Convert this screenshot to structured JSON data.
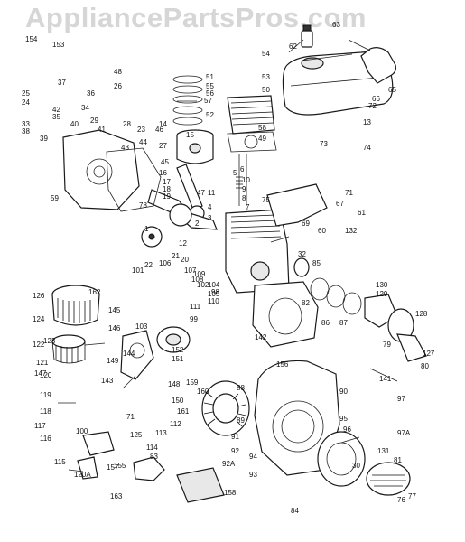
{
  "watermark": "AppliancePartsPros.com",
  "parts": [
    "154",
    "153",
    "63",
    "62",
    "65",
    "66",
    "54",
    "55",
    "56",
    "57",
    "53",
    "50",
    "51",
    "52",
    "58",
    "49",
    "48",
    "26",
    "25",
    "24",
    "36",
    "37",
    "42",
    "35",
    "34",
    "33",
    "38",
    "39",
    "40",
    "41",
    "29",
    "28",
    "23",
    "43",
    "44",
    "46",
    "45",
    "27",
    "14",
    "15",
    "47",
    "16",
    "17",
    "18",
    "19",
    "11",
    "10",
    "9",
    "8",
    "7",
    "6",
    "5",
    "4",
    "3",
    "2",
    "1",
    "12",
    "13",
    "72",
    "73",
    "74",
    "71",
    "67",
    "69",
    "60",
    "61",
    "132",
    "75",
    "59",
    "32",
    "78",
    "22",
    "21",
    "20",
    "106",
    "107",
    "108",
    "109",
    "99",
    "98",
    "101",
    "102",
    "103",
    "104",
    "105",
    "110",
    "111",
    "112",
    "113",
    "114",
    "125",
    "126",
    "124",
    "123",
    "122",
    "121",
    "120",
    "119",
    "118",
    "117",
    "116",
    "115",
    "120A",
    "100",
    "147",
    "145",
    "146",
    "144",
    "143",
    "71",
    "148",
    "149",
    "150",
    "151",
    "152",
    "159",
    "160",
    "161",
    "162",
    "163",
    "156",
    "157",
    "158",
    "155",
    "84",
    "83",
    "131",
    "130",
    "129",
    "128",
    "127",
    "80",
    "79",
    "81",
    "82",
    "85",
    "86",
    "87",
    "88",
    "89",
    "90",
    "91",
    "92",
    "92A",
    "93",
    "94",
    "95",
    "96",
    "97",
    "97A",
    "30",
    "76",
    "77",
    "141",
    "142"
  ]
}
